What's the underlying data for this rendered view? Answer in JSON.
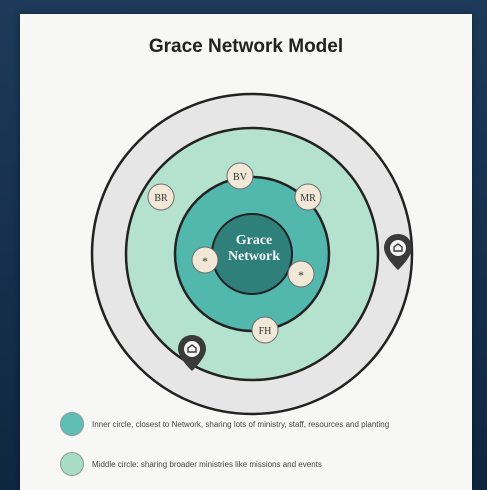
{
  "title": "Grace Network Model",
  "center_label": [
    "Grace",
    "Network"
  ],
  "nodes": [
    {
      "label": "BR"
    },
    {
      "label": "BV"
    },
    {
      "label": "MR"
    },
    {
      "label": "*"
    },
    {
      "label": "*"
    },
    {
      "label": "FH"
    }
  ],
  "pins": [
    "home-pin-icon",
    "home-pin-icon"
  ],
  "legend": [
    {
      "text": "Inner circle, closest to Network, sharing lots of ministry, staff, resources and planting",
      "color": "#5fbfb4"
    },
    {
      "text": "Middle circle: sharing broader ministries like missions and events",
      "color": "#a9dcc5"
    }
  ],
  "colors": {
    "outer_ring": "#e6e6e6",
    "middle_ring": "#b5e2cf",
    "inner_ring": "#52b8ae",
    "center": "#2f7f7b",
    "node_fill": "#f1e8d8",
    "pin": "#3a3a3a"
  }
}
